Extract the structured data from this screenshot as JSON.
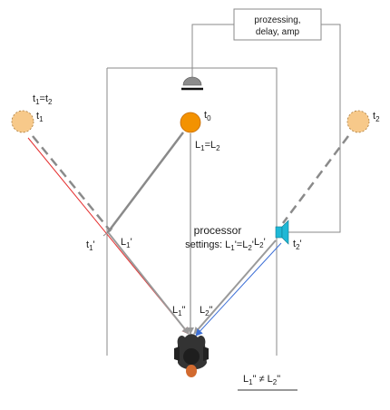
{
  "processor_box": {
    "line1": "prozessing,",
    "line2": "delay, amp"
  },
  "equation_top_left": {
    "t": "t",
    "sub1": "1",
    "eq": "=t",
    "sub2": "2"
  },
  "source_left": {
    "t": "t",
    "sub": "1"
  },
  "source_center": {
    "t": "t",
    "sub": "0"
  },
  "source_right": {
    "t": "t",
    "sub": "2"
  },
  "center_equation": {
    "l1": "L",
    "s1": "1",
    "eq": "=L",
    "s2": "2"
  },
  "reflection_left": {
    "t": "t",
    "sub": "1",
    "prime": "'"
  },
  "reflection_right": {
    "t": "t",
    "sub": "2",
    "prime": "'"
  },
  "path_left_prime": {
    "l": "L",
    "sub": "1",
    "prime": "'"
  },
  "path_right_prime": {
    "l": "L",
    "sub": "2",
    "prime": "'"
  },
  "processor_settings": {
    "line1": "processor",
    "line2_prefix": "settings: L",
    "s1": "1",
    "mid": "'=L",
    "s2": "2",
    "end": "'"
  },
  "path_left_dprime": {
    "l": "L",
    "sub": "1",
    "prime": "\""
  },
  "path_right_dprime": {
    "l": "L",
    "sub": "2",
    "prime": "\""
  },
  "bottom_inequality": {
    "l1": "L",
    "s1": "1",
    "mid": "\" ≠ L",
    "s2": "2",
    "end": "\""
  },
  "colors": {
    "room": "#8a8a8a",
    "source_fill": "#f7c98a",
    "source_active": "#f39200",
    "red_ray": "#e53030",
    "blue_ray": "#3d6fd6",
    "speaker": "#1fb8d6",
    "listener_hair": "#333333"
  }
}
